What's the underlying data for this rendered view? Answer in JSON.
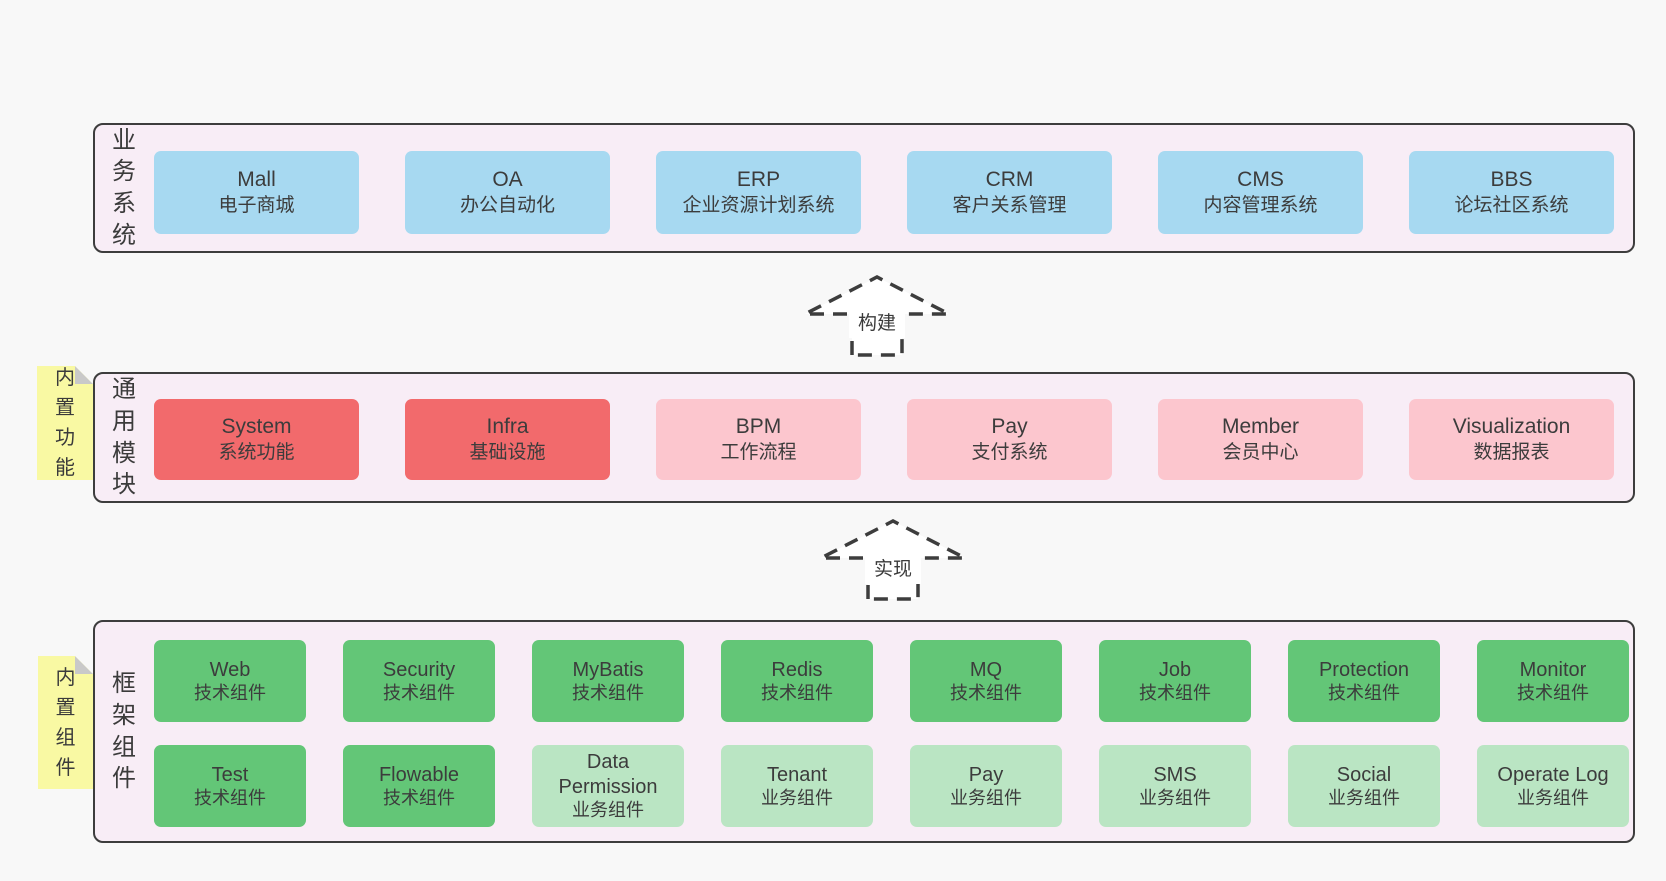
{
  "sections": {
    "business": {
      "label": "业务系统",
      "items": [
        {
          "title": "Mall",
          "subtitle": "电子商城"
        },
        {
          "title": "OA",
          "subtitle": "办公自动化"
        },
        {
          "title": "ERP",
          "subtitle": "企业资源计划系统"
        },
        {
          "title": "CRM",
          "subtitle": "客户关系管理"
        },
        {
          "title": "CMS",
          "subtitle": "内容管理系统"
        },
        {
          "title": "BBS",
          "subtitle": "论坛社区系统"
        }
      ]
    },
    "modules": {
      "sticky": "内置功能",
      "label": "通用模块",
      "items": [
        {
          "title": "System",
          "subtitle": "系统功能"
        },
        {
          "title": "Infra",
          "subtitle": "基础设施"
        },
        {
          "title": "BPM",
          "subtitle": "工作流程"
        },
        {
          "title": "Pay",
          "subtitle": "支付系统"
        },
        {
          "title": "Member",
          "subtitle": "会员中心"
        },
        {
          "title": "Visualization",
          "subtitle": "数据报表"
        }
      ]
    },
    "components": {
      "sticky": "内置组件",
      "label": "框架组件",
      "row1": [
        {
          "title": "Web",
          "subtitle": "技术组件"
        },
        {
          "title": "Security",
          "subtitle": "技术组件"
        },
        {
          "title": "MyBatis",
          "subtitle": "技术组件"
        },
        {
          "title": "Redis",
          "subtitle": "技术组件"
        },
        {
          "title": "MQ",
          "subtitle": "技术组件"
        },
        {
          "title": "Job",
          "subtitle": "技术组件"
        },
        {
          "title": "Protection",
          "subtitle": "技术组件"
        },
        {
          "title": "Monitor",
          "subtitle": "技术组件"
        }
      ],
      "row2": [
        {
          "title": "Test",
          "subtitle": "技术组件"
        },
        {
          "title": "Flowable",
          "subtitle": "技术组件"
        },
        {
          "title": "Data Permission",
          "subtitle": "业务组件"
        },
        {
          "title": "Tenant",
          "subtitle": "业务组件"
        },
        {
          "title": "Pay",
          "subtitle": "业务组件"
        },
        {
          "title": "SMS",
          "subtitle": "业务组件"
        },
        {
          "title": "Social",
          "subtitle": "业务组件"
        },
        {
          "title": "Operate Log",
          "subtitle": "业务组件"
        }
      ]
    }
  },
  "arrows": {
    "build": "构建",
    "implement": "实现"
  },
  "colors": {
    "panel": "#f8edf6",
    "business_box": "#a7d9f1",
    "core_module_box": "#f26a6c",
    "optional_module_box": "#fcc6ce",
    "tech_component_box": "#63c677",
    "biz_component_box": "#bae5c3",
    "sticky_note": "#f9f9a3"
  }
}
